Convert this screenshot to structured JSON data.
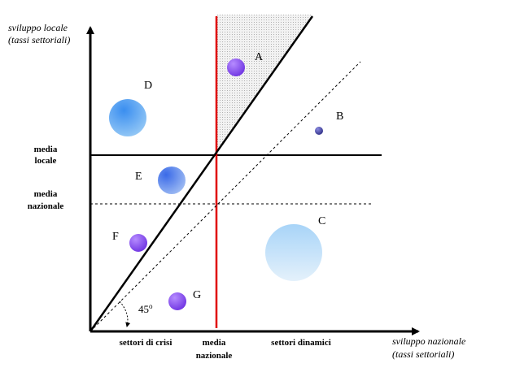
{
  "axes": {
    "y_title_line1": "sviluppo locale",
    "y_title_line2": "(tassi settoriali)",
    "x_title_line1": "sviluppo nazionale",
    "x_title_line2": "(tassi settoriali)"
  },
  "y_markers": {
    "media_locale_line1": "media",
    "media_locale_line2": "locale",
    "media_nazionale_line1": "media",
    "media_nazionale_line2": "nazionale"
  },
  "x_markers": {
    "settori_di_crisi": "settori di crisi",
    "media_nazionale_line1": "media",
    "media_nazionale_line2": "nazionale",
    "settori_dinamici": "settori dinamici"
  },
  "angle": {
    "value": "45",
    "unit": "o"
  },
  "bubbles": [
    {
      "label": "A",
      "color": "#7a3cf0"
    },
    {
      "label": "B",
      "color": "#3a3a9a"
    },
    {
      "label": "C",
      "color": "#b8dcf8"
    },
    {
      "label": "D",
      "color": "#3a8ef0"
    },
    {
      "label": "E",
      "color": "#4a7ae8"
    },
    {
      "label": "F",
      "color": "#7a3cf0"
    },
    {
      "label": "G",
      "color": "#7a3cf0"
    }
  ],
  "colors": {
    "axis": "#000000",
    "red_line": "#e00000",
    "shaded_region": "#e6e6e6"
  }
}
